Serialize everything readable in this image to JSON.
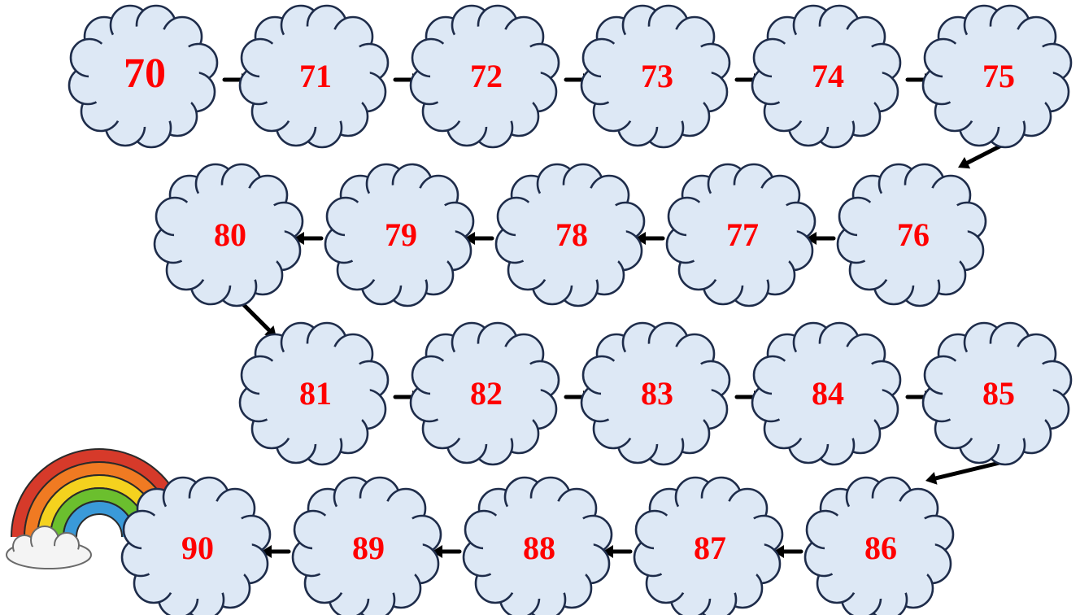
{
  "numbers": [
    "70",
    "71",
    "72",
    "73",
    "74",
    "75",
    "76",
    "77",
    "78",
    "79",
    "80",
    "81",
    "82",
    "83",
    "84",
    "85",
    "86",
    "87",
    "88",
    "89",
    "90"
  ],
  "colors": {
    "number_text": "#ff0000",
    "cloud_fill": "#dde8f5",
    "cloud_outline": "#1e2c4a",
    "arrow": "#000000",
    "rainbow": [
      "#d63a2a",
      "#f07a22",
      "#f4d21e",
      "#6bbf2e",
      "#3a9ad9"
    ]
  },
  "icons": {
    "cloud": "cloud-shape",
    "arrow": "arrow-right",
    "rainbow": "rainbow-icon"
  }
}
